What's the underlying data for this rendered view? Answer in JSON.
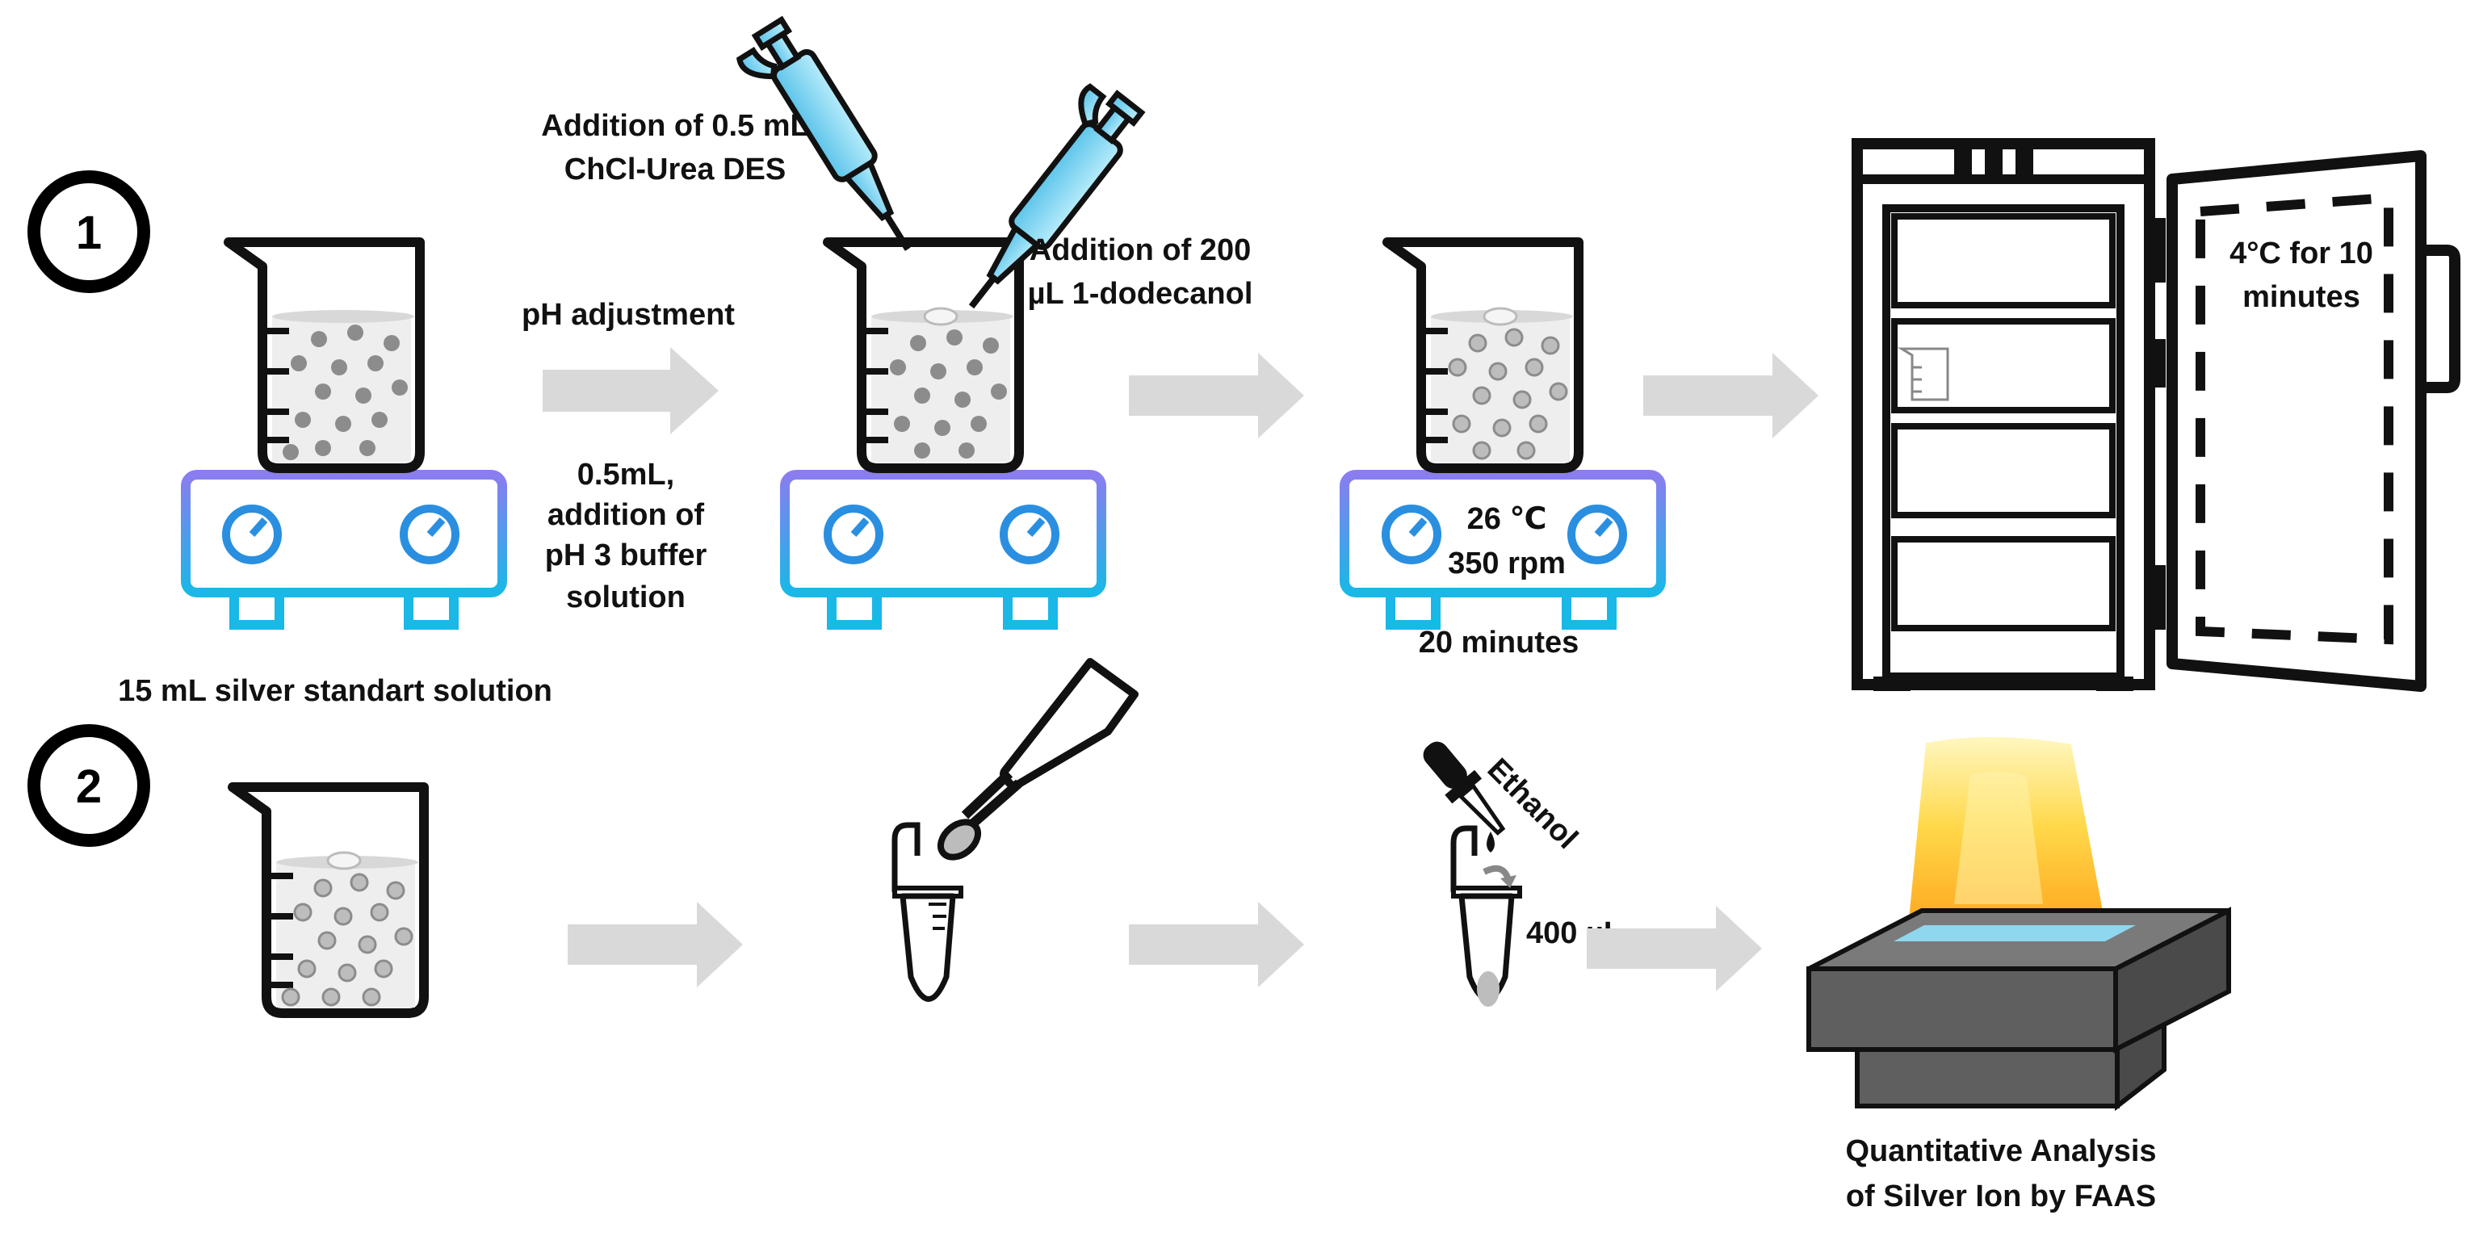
{
  "steps": [
    "1",
    "2"
  ],
  "labels": {
    "pipette1_line1": "Addition of 0.5 mL",
    "pipette1_line2": "ChCl-Urea DES",
    "pipette2_line1": "Addition of 200",
    "pipette2_line2": "µL 1-dodecanol",
    "ph_adjust": "pH adjustment",
    "buffer_line1": "0.5mL,",
    "buffer_line2": "addition of",
    "buffer_line3": "pH 3 buffer",
    "buffer_line4": "solution",
    "silver_standard": "15 mL silver standart solution",
    "stirrer_temp": "26 ℃",
    "stirrer_speed": "350 rpm",
    "stirrer_time": "20 minutes",
    "fridge_line1": "4°C for 10",
    "fridge_line2": "minutes",
    "ethanol": "Ethanol",
    "volume": "400 µL",
    "faas_line1": "Quantitative Analysis",
    "faas_line2": "of Silver Ion by FAAS"
  },
  "colors": {
    "arrow": "#d9d9d9",
    "stirrer_top": "#8a7df0",
    "stirrer_bottom": "#19b8e6",
    "pipette": "#7fd4f0",
    "dot": "#8c8c8c",
    "flame": "#ffcc33",
    "block": "#5f5f5f"
  }
}
